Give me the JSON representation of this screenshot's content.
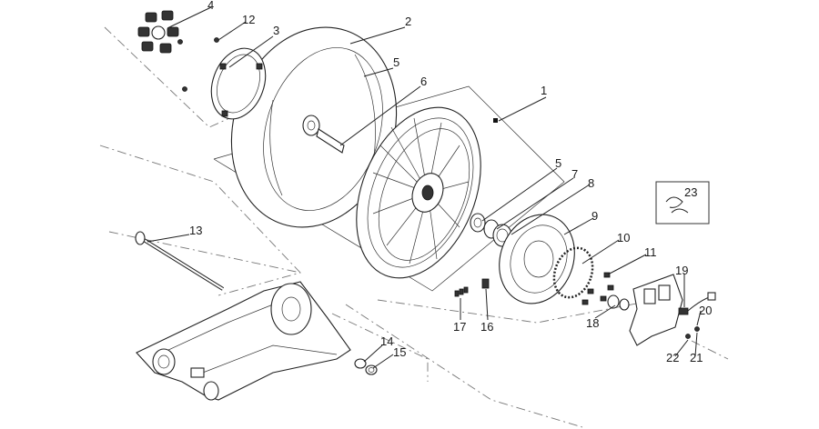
{
  "callouts": [
    {
      "n": "1"
    },
    {
      "n": "2"
    },
    {
      "n": "3"
    },
    {
      "n": "4"
    },
    {
      "n": "5"
    },
    {
      "n": "5"
    },
    {
      "n": "6"
    },
    {
      "n": "7"
    },
    {
      "n": "8"
    },
    {
      "n": "9"
    },
    {
      "n": "10"
    },
    {
      "n": "11"
    },
    {
      "n": "12"
    },
    {
      "n": "13"
    },
    {
      "n": "14"
    },
    {
      "n": "15"
    },
    {
      "n": "16"
    },
    {
      "n": "17"
    },
    {
      "n": "18"
    },
    {
      "n": "19"
    },
    {
      "n": "20"
    },
    {
      "n": "21"
    },
    {
      "n": "22"
    },
    {
      "n": "23"
    }
  ],
  "colors": {
    "line": "#222222",
    "background": "#ffffff",
    "fill_dark": "#333333"
  }
}
